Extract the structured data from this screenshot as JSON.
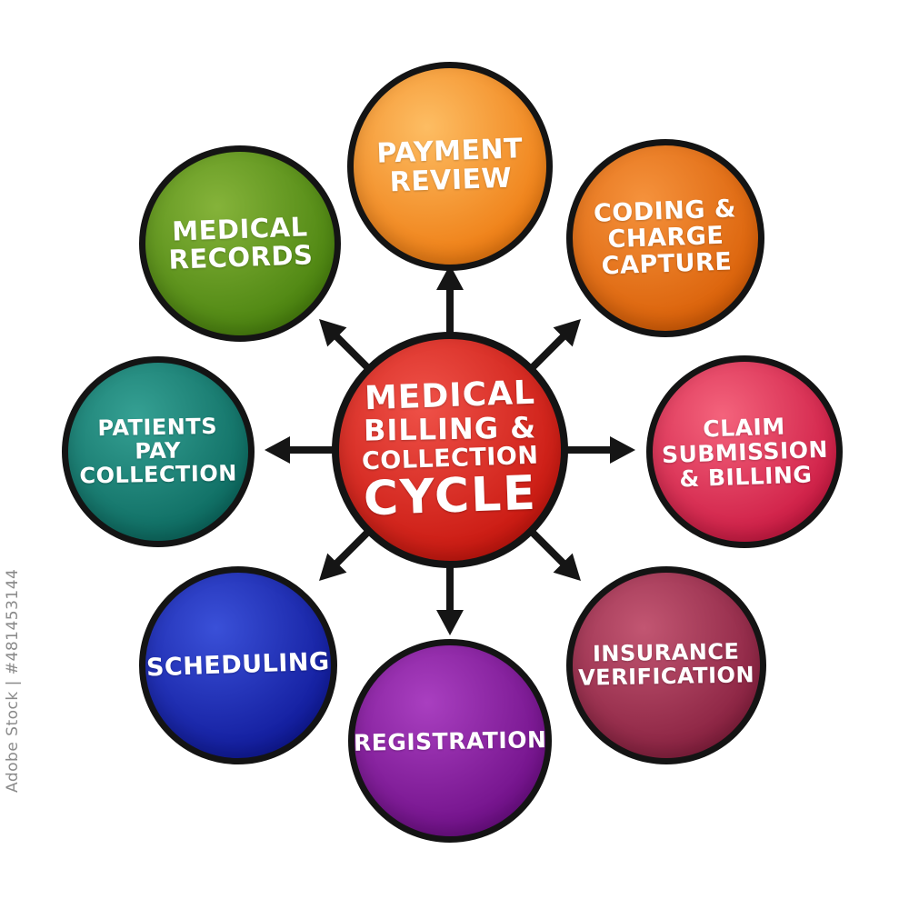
{
  "diagram": {
    "title": "Medical Billing & Collection Cycle mind map",
    "type": "mind-map",
    "arrow_color": "#151515",
    "outline_color": "#141414",
    "background_color": "#ffffff"
  },
  "watermark": {
    "text": "Adobe Stock | #481453144"
  },
  "center": {
    "label": "Medical Billing & Collection Cycle",
    "line1": "MEDICAL",
    "line2": "BILLING &",
    "line3": "COLLECTION",
    "line4": "CYCLE",
    "colors": {
      "light": "#ef5148",
      "dark": "#c8170f"
    }
  },
  "nodes": [
    {
      "id": "payment-review",
      "label": "PAYMENT\nREVIEW",
      "colors": {
        "light": "#fdbd63",
        "dark": "#ee7c12"
      }
    },
    {
      "id": "coding-charge-capture",
      "label": "CODING &\nCHARGE\nCAPTURE",
      "colors": {
        "light": "#f5923c",
        "dark": "#d95f07"
      }
    },
    {
      "id": "claim-submission-billing",
      "label": "CLAIM\nSUBMISSION\n& BILLING",
      "colors": {
        "light": "#f4637c",
        "dark": "#cc1a43"
      }
    },
    {
      "id": "insurance-verification",
      "label": "INSURANCE\nVERIFICATION",
      "colors": {
        "light": "#c25672",
        "dark": "#87203f"
      }
    },
    {
      "id": "registration",
      "label": "REGISTRATION",
      "colors": {
        "light": "#a93fc0",
        "dark": "#6f0f87"
      }
    },
    {
      "id": "scheduling",
      "label": "SCHEDULING",
      "colors": {
        "light": "#3a50d8",
        "dark": "#101a9a"
      }
    },
    {
      "id": "patients-pay-collection",
      "label": "PATIENTS\nPAY\nCOLLECTION",
      "colors": {
        "light": "#35a093",
        "dark": "#0c6a60"
      }
    },
    {
      "id": "medical-records",
      "label": "MEDICAL\nRECORDS",
      "colors": {
        "light": "#85b33a",
        "dark": "#49820e"
      }
    }
  ]
}
